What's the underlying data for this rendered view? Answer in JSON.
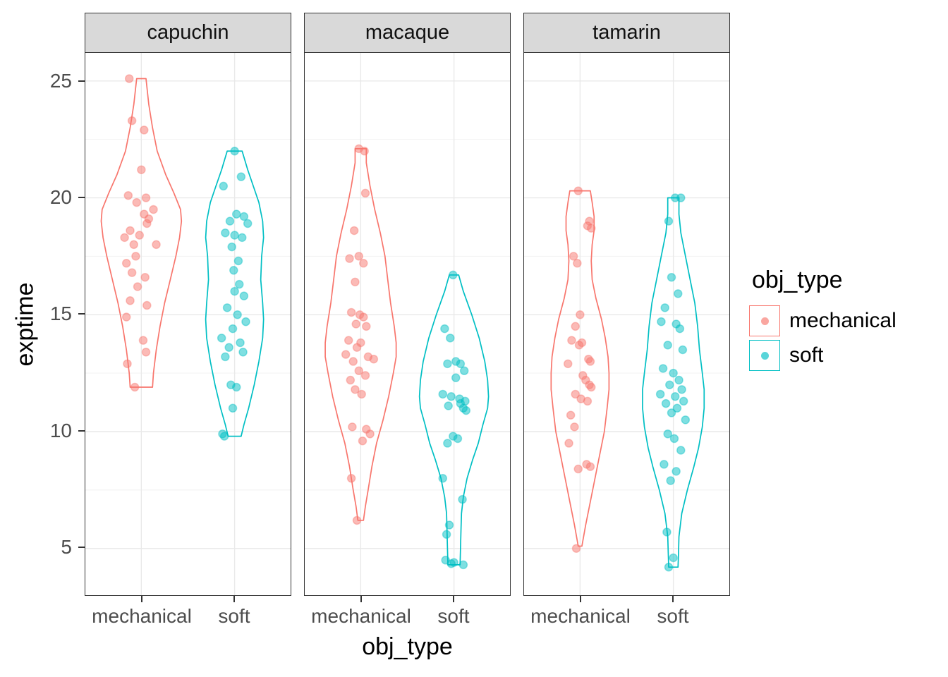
{
  "style": {
    "background": "#FFFFFF",
    "panel_border": "#333333",
    "strip_bg": "#D9D9D9",
    "grid_major": "#E9E9E9",
    "grid_minor": "#F3F3F3",
    "tick_label_color": "#4D4D4D",
    "color_mechanical": "#F8766D",
    "color_soft": "#00BFC4"
  },
  "chart_data": {
    "type": "violin+jitter-scatter",
    "title": "",
    "xlabel": "obj_type",
    "ylabel": "exptime",
    "ylim": [
      3.0,
      26.2
    ],
    "yticks": [
      5,
      10,
      15,
      20,
      25
    ],
    "yticks_minor": [
      7.5,
      12.5,
      17.5,
      22.5
    ],
    "facets": [
      "capuchin",
      "macaque",
      "tamarin"
    ],
    "categories": [
      "mechanical",
      "soft"
    ],
    "legend": {
      "title": "obj_type",
      "position": "right",
      "entries": [
        {
          "label": "mechanical",
          "color": "#F8766D"
        },
        {
          "label": "soft",
          "color": "#00BFC4"
        }
      ]
    },
    "series": [
      {
        "facet": "capuchin",
        "group": "mechanical",
        "color": "#F8766D",
        "violin": [
          [
            25.1,
            0.05
          ],
          [
            24.0,
            0.08
          ],
          [
            23.0,
            0.12
          ],
          [
            22.0,
            0.17
          ],
          [
            21.0,
            0.26
          ],
          [
            20.2,
            0.35
          ],
          [
            19.5,
            0.42
          ],
          [
            19.0,
            0.43
          ],
          [
            18.3,
            0.41
          ],
          [
            17.5,
            0.37
          ],
          [
            16.5,
            0.31
          ],
          [
            15.5,
            0.25
          ],
          [
            14.5,
            0.2
          ],
          [
            13.5,
            0.16
          ],
          [
            12.5,
            0.13
          ],
          [
            11.9,
            0.12
          ]
        ],
        "points": [
          [
            -0.13,
            25.1
          ],
          [
            -0.1,
            23.3
          ],
          [
            0.03,
            22.9
          ],
          [
            0.0,
            21.2
          ],
          [
            -0.14,
            20.1
          ],
          [
            0.05,
            20.0
          ],
          [
            -0.05,
            19.8
          ],
          [
            0.13,
            19.5
          ],
          [
            0.03,
            19.3
          ],
          [
            0.08,
            19.1
          ],
          [
            0.06,
            18.9
          ],
          [
            -0.12,
            18.6
          ],
          [
            -0.02,
            18.4
          ],
          [
            -0.18,
            18.3
          ],
          [
            -0.08,
            18.0
          ],
          [
            0.16,
            18.0
          ],
          [
            -0.06,
            17.5
          ],
          [
            -0.16,
            17.2
          ],
          [
            -0.1,
            16.8
          ],
          [
            0.04,
            16.6
          ],
          [
            -0.04,
            16.2
          ],
          [
            -0.12,
            15.6
          ],
          [
            0.06,
            15.4
          ],
          [
            -0.16,
            14.9
          ],
          [
            0.02,
            13.9
          ],
          [
            0.05,
            13.4
          ],
          [
            -0.15,
            12.9
          ],
          [
            -0.07,
            11.9
          ]
        ]
      },
      {
        "facet": "capuchin",
        "group": "soft",
        "color": "#00BFC4",
        "violin": [
          [
            22.0,
            0.08
          ],
          [
            21.2,
            0.14
          ],
          [
            20.5,
            0.2
          ],
          [
            19.8,
            0.26
          ],
          [
            19.0,
            0.3
          ],
          [
            18.3,
            0.31
          ],
          [
            17.5,
            0.29
          ],
          [
            16.5,
            0.28
          ],
          [
            15.5,
            0.3
          ],
          [
            14.8,
            0.31
          ],
          [
            14.0,
            0.3
          ],
          [
            13.0,
            0.26
          ],
          [
            12.0,
            0.21
          ],
          [
            11.0,
            0.15
          ],
          [
            10.3,
            0.1
          ],
          [
            9.8,
            0.07
          ]
        ],
        "points": [
          [
            0.0,
            22.0
          ],
          [
            0.07,
            20.9
          ],
          [
            -0.12,
            20.5
          ],
          [
            0.02,
            19.3
          ],
          [
            0.1,
            19.2
          ],
          [
            -0.05,
            19.0
          ],
          [
            0.14,
            18.9
          ],
          [
            -0.1,
            18.5
          ],
          [
            0.0,
            18.4
          ],
          [
            0.08,
            18.3
          ],
          [
            -0.03,
            17.9
          ],
          [
            0.04,
            17.3
          ],
          [
            -0.01,
            16.9
          ],
          [
            0.05,
            16.3
          ],
          [
            0.0,
            16.0
          ],
          [
            0.1,
            15.8
          ],
          [
            -0.08,
            15.3
          ],
          [
            0.03,
            15.0
          ],
          [
            0.12,
            14.7
          ],
          [
            -0.02,
            14.4
          ],
          [
            -0.14,
            14.0
          ],
          [
            0.06,
            13.8
          ],
          [
            -0.06,
            13.6
          ],
          [
            0.09,
            13.4
          ],
          [
            -0.1,
            13.2
          ],
          [
            -0.04,
            12.0
          ],
          [
            0.02,
            11.9
          ],
          [
            -0.02,
            11.0
          ],
          [
            -0.13,
            9.9
          ],
          [
            -0.11,
            9.8
          ]
        ]
      },
      {
        "facet": "macaque",
        "group": "mechanical",
        "color": "#F8766D",
        "violin": [
          [
            22.1,
            0.06
          ],
          [
            21.5,
            0.06
          ],
          [
            20.5,
            0.1
          ],
          [
            19.5,
            0.15
          ],
          [
            18.5,
            0.21
          ],
          [
            17.5,
            0.26
          ],
          [
            16.5,
            0.29
          ],
          [
            15.5,
            0.32
          ],
          [
            14.5,
            0.36
          ],
          [
            13.8,
            0.38
          ],
          [
            13.2,
            0.38
          ],
          [
            12.5,
            0.35
          ],
          [
            11.5,
            0.3
          ],
          [
            10.5,
            0.24
          ],
          [
            9.5,
            0.17
          ],
          [
            8.5,
            0.12
          ],
          [
            7.5,
            0.08
          ],
          [
            6.8,
            0.05
          ],
          [
            6.2,
            0.03
          ]
        ],
        "points": [
          [
            -0.02,
            22.1
          ],
          [
            0.04,
            22.0
          ],
          [
            0.05,
            20.2
          ],
          [
            -0.07,
            18.6
          ],
          [
            -0.02,
            17.5
          ],
          [
            -0.12,
            17.4
          ],
          [
            0.03,
            17.2
          ],
          [
            -0.06,
            16.4
          ],
          [
            -0.1,
            15.1
          ],
          [
            -0.01,
            15.0
          ],
          [
            0.03,
            14.9
          ],
          [
            -0.05,
            14.6
          ],
          [
            0.06,
            14.5
          ],
          [
            -0.13,
            13.9
          ],
          [
            0.0,
            13.8
          ],
          [
            -0.04,
            13.6
          ],
          [
            -0.16,
            13.3
          ],
          [
            0.08,
            13.2
          ],
          [
            0.14,
            13.1
          ],
          [
            -0.08,
            13.0
          ],
          [
            -0.02,
            12.6
          ],
          [
            0.05,
            12.4
          ],
          [
            -0.11,
            12.2
          ],
          [
            -0.06,
            11.8
          ],
          [
            0.01,
            11.6
          ],
          [
            -0.09,
            10.2
          ],
          [
            0.06,
            10.1
          ],
          [
            0.1,
            9.9
          ],
          [
            0.02,
            9.6
          ],
          [
            -0.1,
            8.0
          ],
          [
            -0.04,
            6.2
          ]
        ]
      },
      {
        "facet": "macaque",
        "group": "soft",
        "color": "#00BFC4",
        "violin": [
          [
            16.7,
            0.05
          ],
          [
            16.0,
            0.1
          ],
          [
            15.0,
            0.19
          ],
          [
            14.0,
            0.27
          ],
          [
            13.0,
            0.33
          ],
          [
            12.2,
            0.36
          ],
          [
            11.5,
            0.37
          ],
          [
            11.0,
            0.36
          ],
          [
            10.3,
            0.31
          ],
          [
            9.5,
            0.26
          ],
          [
            8.8,
            0.2
          ],
          [
            8.0,
            0.14
          ],
          [
            7.2,
            0.1
          ],
          [
            6.5,
            0.08
          ],
          [
            5.8,
            0.075
          ],
          [
            5.0,
            0.07
          ],
          [
            4.3,
            0.065
          ]
        ],
        "points": [
          [
            -0.01,
            16.7
          ],
          [
            -0.1,
            14.4
          ],
          [
            -0.04,
            14.0
          ],
          [
            0.02,
            13.0
          ],
          [
            0.07,
            12.9
          ],
          [
            -0.07,
            12.9
          ],
          [
            0.11,
            12.6
          ],
          [
            0.02,
            12.3
          ],
          [
            -0.12,
            11.6
          ],
          [
            -0.03,
            11.5
          ],
          [
            0.06,
            11.4
          ],
          [
            0.12,
            11.3
          ],
          [
            0.07,
            11.2
          ],
          [
            -0.06,
            11.1
          ],
          [
            0.1,
            11.0
          ],
          [
            0.13,
            10.9
          ],
          [
            -0.01,
            9.8
          ],
          [
            0.04,
            9.7
          ],
          [
            -0.07,
            9.5
          ],
          [
            -0.12,
            8.0
          ],
          [
            0.09,
            7.1
          ],
          [
            -0.05,
            6.0
          ],
          [
            -0.08,
            5.6
          ],
          [
            -0.09,
            4.5
          ],
          [
            0.0,
            4.4
          ],
          [
            -0.03,
            4.35
          ],
          [
            0.1,
            4.3
          ]
        ]
      },
      {
        "facet": "tamarin",
        "group": "mechanical",
        "color": "#F8766D",
        "violin": [
          [
            20.3,
            0.11
          ],
          [
            19.8,
            0.13
          ],
          [
            19.2,
            0.15
          ],
          [
            18.6,
            0.15
          ],
          [
            18.0,
            0.13
          ],
          [
            17.3,
            0.12
          ],
          [
            16.5,
            0.13
          ],
          [
            15.7,
            0.17
          ],
          [
            14.8,
            0.23
          ],
          [
            14.0,
            0.27
          ],
          [
            13.2,
            0.3
          ],
          [
            12.5,
            0.31
          ],
          [
            11.8,
            0.31
          ],
          [
            11.0,
            0.29
          ],
          [
            10.0,
            0.26
          ],
          [
            9.0,
            0.21
          ],
          [
            8.0,
            0.16
          ],
          [
            7.0,
            0.11
          ],
          [
            6.0,
            0.06
          ],
          [
            5.1,
            0.02
          ]
        ],
        "points": [
          [
            -0.02,
            20.3
          ],
          [
            0.1,
            19.0
          ],
          [
            0.08,
            18.8
          ],
          [
            0.12,
            18.7
          ],
          [
            -0.07,
            17.5
          ],
          [
            -0.03,
            17.2
          ],
          [
            0.0,
            15.0
          ],
          [
            -0.05,
            14.5
          ],
          [
            -0.09,
            13.9
          ],
          [
            0.02,
            13.8
          ],
          [
            -0.01,
            13.7
          ],
          [
            0.09,
            13.1
          ],
          [
            0.11,
            13.0
          ],
          [
            -0.13,
            12.9
          ],
          [
            0.03,
            12.4
          ],
          [
            0.06,
            12.2
          ],
          [
            0.1,
            12.0
          ],
          [
            0.12,
            11.9
          ],
          [
            -0.05,
            11.6
          ],
          [
            0.01,
            11.4
          ],
          [
            0.08,
            11.3
          ],
          [
            -0.1,
            10.7
          ],
          [
            -0.06,
            10.2
          ],
          [
            -0.12,
            9.5
          ],
          [
            0.07,
            8.6
          ],
          [
            0.11,
            8.5
          ],
          [
            -0.02,
            8.4
          ],
          [
            -0.04,
            5.0
          ]
        ]
      },
      {
        "facet": "tamarin",
        "group": "soft",
        "color": "#00BFC4",
        "violin": [
          [
            20.0,
            0.06
          ],
          [
            19.3,
            0.06
          ],
          [
            18.5,
            0.08
          ],
          [
            17.5,
            0.13
          ],
          [
            16.5,
            0.18
          ],
          [
            15.5,
            0.23
          ],
          [
            14.5,
            0.26
          ],
          [
            13.5,
            0.28
          ],
          [
            12.5,
            0.31
          ],
          [
            11.8,
            0.33
          ],
          [
            11.0,
            0.33
          ],
          [
            10.2,
            0.31
          ],
          [
            9.3,
            0.27
          ],
          [
            8.5,
            0.22
          ],
          [
            7.5,
            0.15
          ],
          [
            6.5,
            0.09
          ],
          [
            5.5,
            0.06
          ],
          [
            4.8,
            0.055
          ],
          [
            4.2,
            0.05
          ]
        ],
        "points": [
          [
            0.02,
            20.0
          ],
          [
            0.08,
            20.0
          ],
          [
            -0.05,
            19.0
          ],
          [
            -0.02,
            16.6
          ],
          [
            0.05,
            15.9
          ],
          [
            -0.09,
            15.3
          ],
          [
            -0.13,
            14.7
          ],
          [
            0.03,
            14.6
          ],
          [
            0.07,
            14.4
          ],
          [
            -0.06,
            13.7
          ],
          [
            0.1,
            13.5
          ],
          [
            -0.11,
            12.7
          ],
          [
            0.0,
            12.5
          ],
          [
            0.06,
            12.2
          ],
          [
            -0.04,
            12.0
          ],
          [
            0.09,
            11.8
          ],
          [
            -0.14,
            11.6
          ],
          [
            0.02,
            11.5
          ],
          [
            0.11,
            11.3
          ],
          [
            -0.08,
            11.2
          ],
          [
            0.04,
            11.0
          ],
          [
            -0.02,
            10.8
          ],
          [
            0.13,
            10.5
          ],
          [
            -0.06,
            9.9
          ],
          [
            0.01,
            9.7
          ],
          [
            0.08,
            9.2
          ],
          [
            -0.1,
            8.6
          ],
          [
            0.03,
            8.3
          ],
          [
            -0.03,
            7.9
          ],
          [
            -0.07,
            5.7
          ],
          [
            0.0,
            4.6
          ],
          [
            -0.05,
            4.2
          ]
        ]
      }
    ]
  }
}
